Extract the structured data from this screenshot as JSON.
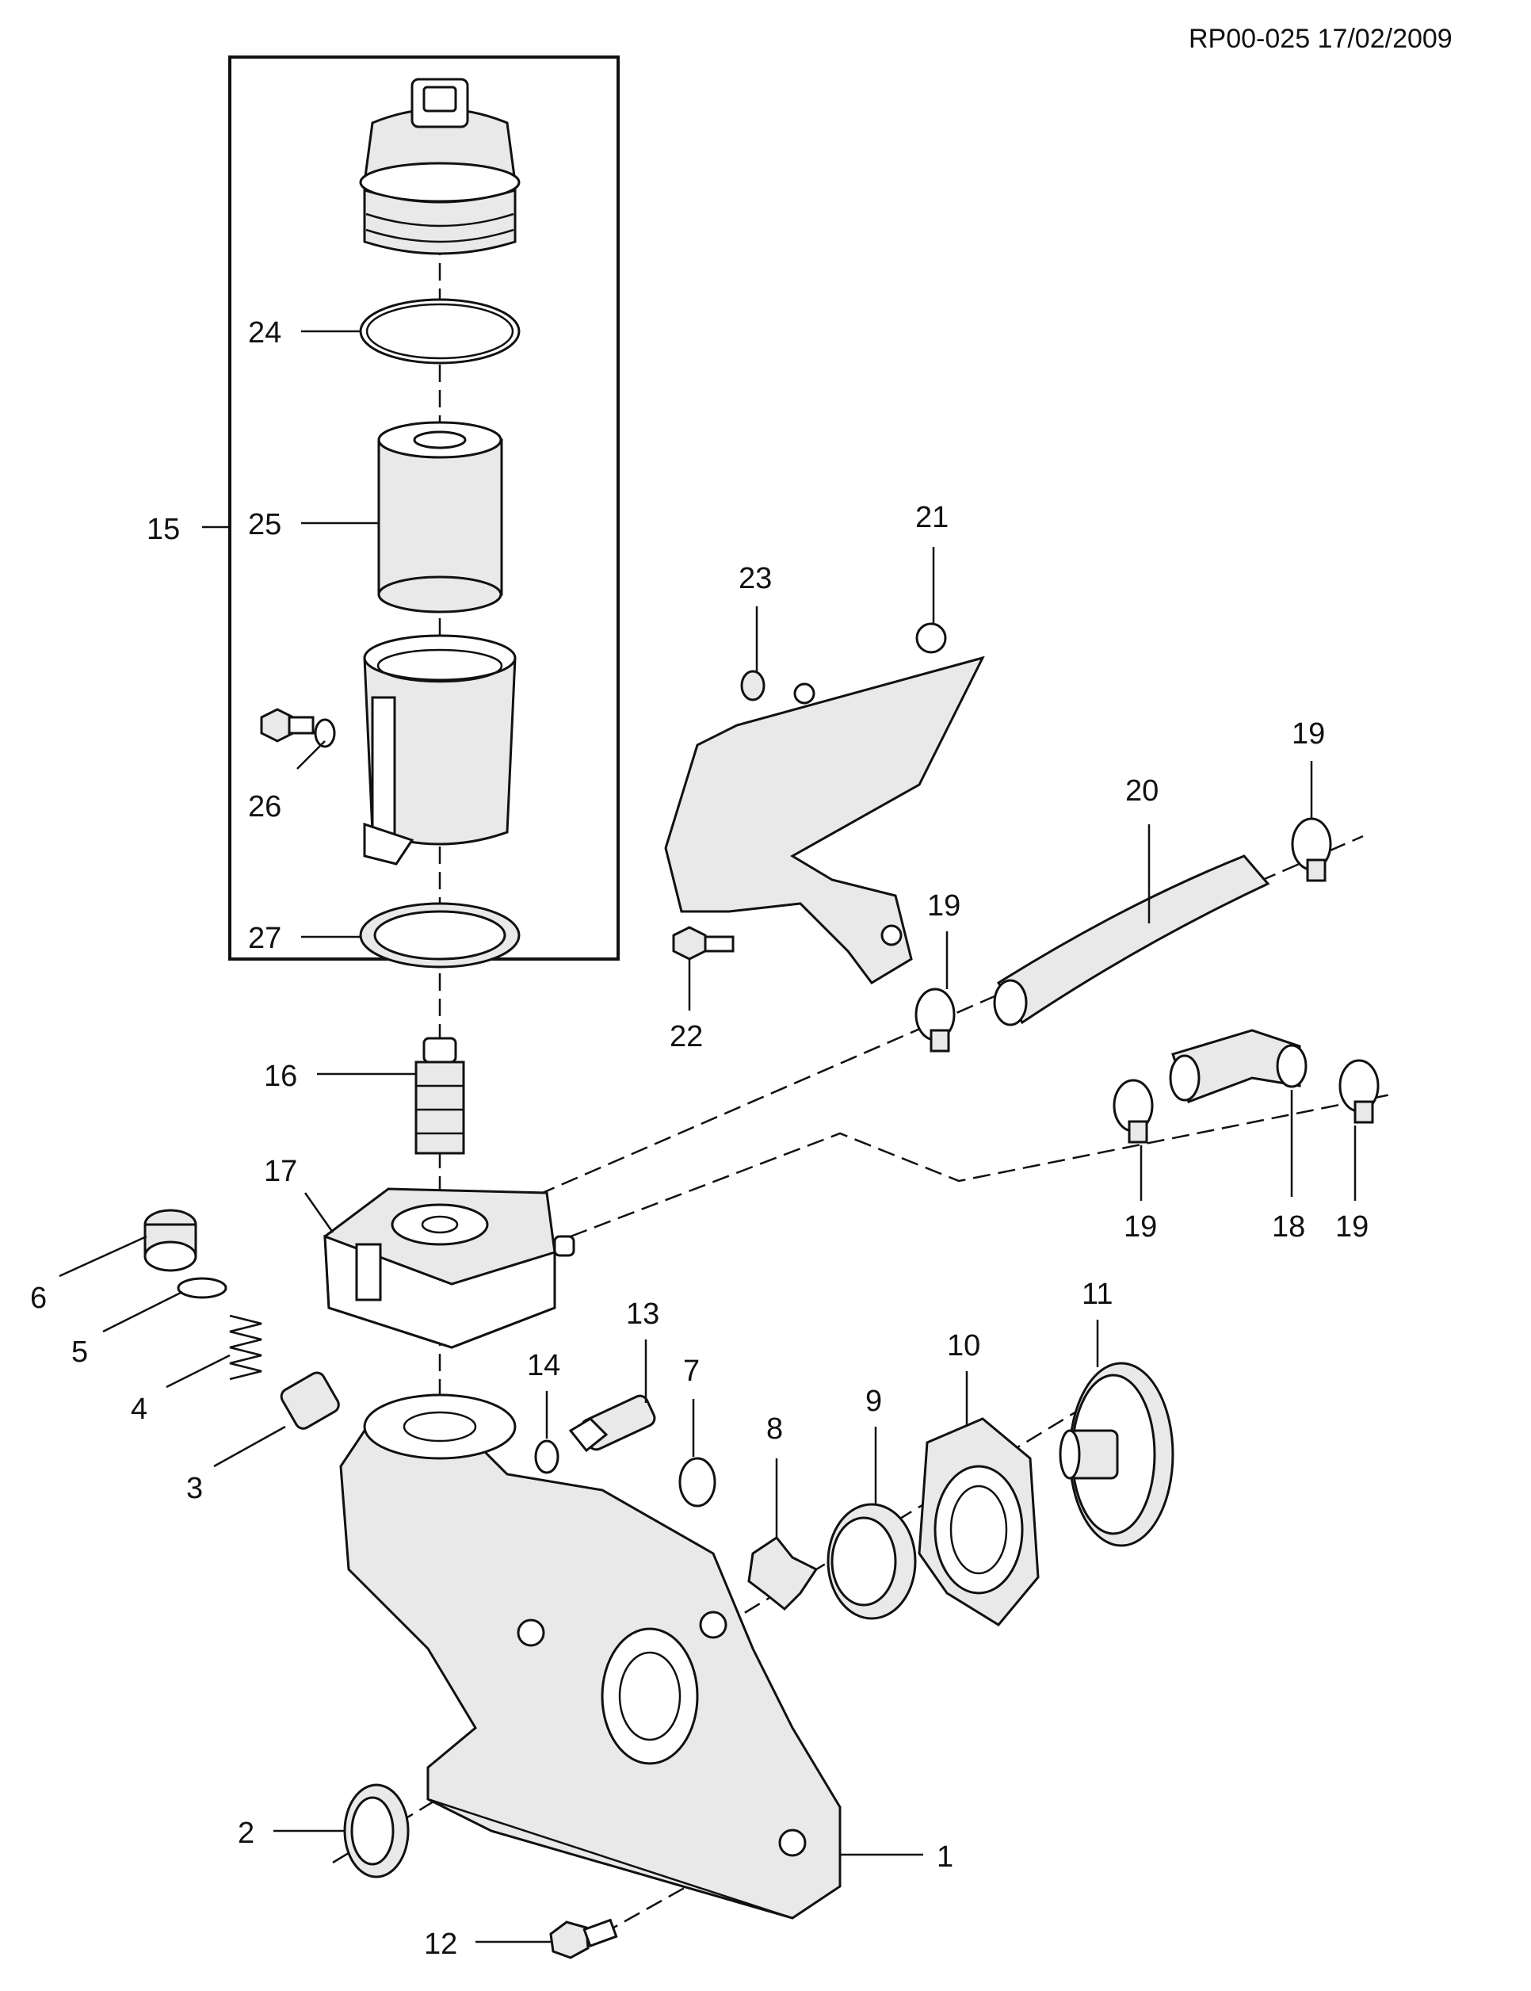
{
  "document_ref": "RP00-025 17/02/2009",
  "callouts": {
    "c1": "1",
    "c2": "2",
    "c3": "3",
    "c4": "4",
    "c5": "5",
    "c6": "6",
    "c7": "7",
    "c8": "8",
    "c9": "9",
    "c10": "10",
    "c11": "11",
    "c12": "12",
    "c13": "13",
    "c14": "14",
    "c15": "15",
    "c16": "16",
    "c17": "17",
    "c18": "18",
    "c19a": "19",
    "c19b": "19",
    "c19c": "19",
    "c19d": "19",
    "c20": "20",
    "c21": "21",
    "c22": "22",
    "c23": "23",
    "c24": "24",
    "c25": "25",
    "c26": "26",
    "c27": "27"
  }
}
